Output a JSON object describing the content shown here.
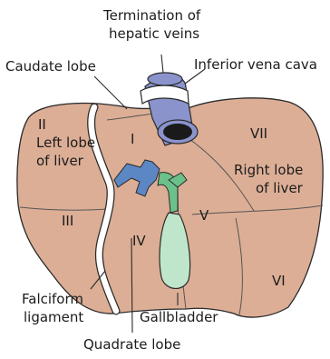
{
  "labels": {
    "termination": [
      "Termination of",
      "hepatic veins"
    ],
    "ivc": "Inferior vena cava",
    "caudate": "Caudate lobe",
    "left_lobe": [
      "Left lobe",
      "of liver"
    ],
    "right_lobe": [
      "Right lobe",
      "of liver"
    ],
    "falciform": [
      "Falciform",
      "ligament"
    ],
    "gallbladder": "Gallbladder",
    "quadrate": "Quadrate lobe"
  },
  "segments": {
    "I": "I",
    "II": "II",
    "III": "III",
    "IV": "IV",
    "V": "V",
    "VI": "VI",
    "VII": "VII"
  },
  "colors": {
    "liver": "#dcae96",
    "liver_outline": "#2a2a2a",
    "vena_cava": "#8a93cc",
    "portal_vein": "#5b87c4",
    "bile_duct": "#6cc08a",
    "gallbladder": "#bfe6cb",
    "ligament": "#ffffff"
  }
}
